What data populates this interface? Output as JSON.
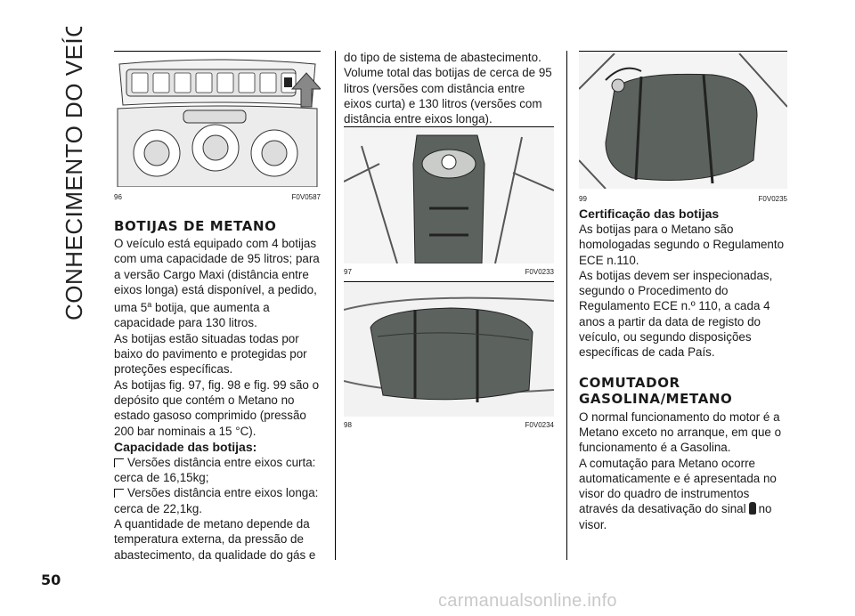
{
  "sidebar": {
    "title": "CONHECIMENTO DO VEÍCULO"
  },
  "figures": [
    {
      "number": "96",
      "code": "F0V0587"
    },
    {
      "number": "97",
      "code": "F0V0233"
    },
    {
      "number": "98",
      "code": "F0V0234"
    },
    {
      "number": "99",
      "code": "F0V0235"
    }
  ],
  "section1": {
    "heading": "BOTIJAS DE METANO",
    "p1a": "O veículo está equipado com 4 botijas com uma capacidade de 95 litros; para a versão Cargo Maxi (distância entre eixos longa) está disponível, a pedido, uma 5",
    "p1_sup": "a",
    "p1b": " botija, que aumenta a capacidade para 130 litros.",
    "p2": "As botijas estão situadas todas por baixo do pavimento e protegidas por proteções específicas.",
    "p3": "As botijas fig. 97, fig. 98 e fig. 99 são o depósito que contém o Metano no estado gasoso comprimido (pressão 200 bar nominais a 15 °C).",
    "sub": "Capacidade das botijas:",
    "bullet1": "Versões distância entre eixos curta: cerca de 16,15kg;",
    "bullet2": "Versões distância entre eixos longa: cerca de 22,1kg.",
    "p4": "A quantidade de metano depende da temperatura externa, da pressão de abastecimento, da qualidade do gás e"
  },
  "col2": {
    "p1": "do tipo de sistema de abastecimento. Volume total das botijas de cerca de 95 litros (versões com distância entre eixos curta) e 130 litros (versões com distância entre eixos longa)."
  },
  "section2": {
    "heading": "Certificação das botijas",
    "p1": "As botijas para o Metano são homologadas segundo o Regulamento ECE n.110.",
    "p2": "As botijas devem ser inspecionadas, segundo o Procedimento do Regulamento ECE n.º 110, a cada 4 anos a partir da data de registo do veículo, ou segundo disposições específicas de cada País."
  },
  "section3": {
    "heading_line1": "COMUTADOR",
    "heading_line2": "GASOLINA/METANO",
    "p1": "O normal funcionamento do motor é a Metano exceto no arranque, em que o funcionamento é a Gasolina.",
    "p2a": "A comutação para Metano ocorre automaticamente e é apresentada no visor do quadro de instrumentos através da desativação do sinal",
    "p2b": "no visor."
  },
  "page_number": "50",
  "watermark": "carmanualsonline.info",
  "colors": {
    "text": "#1a1a1a",
    "tank": "#5c625e",
    "watermark": "#c9c9c9"
  }
}
